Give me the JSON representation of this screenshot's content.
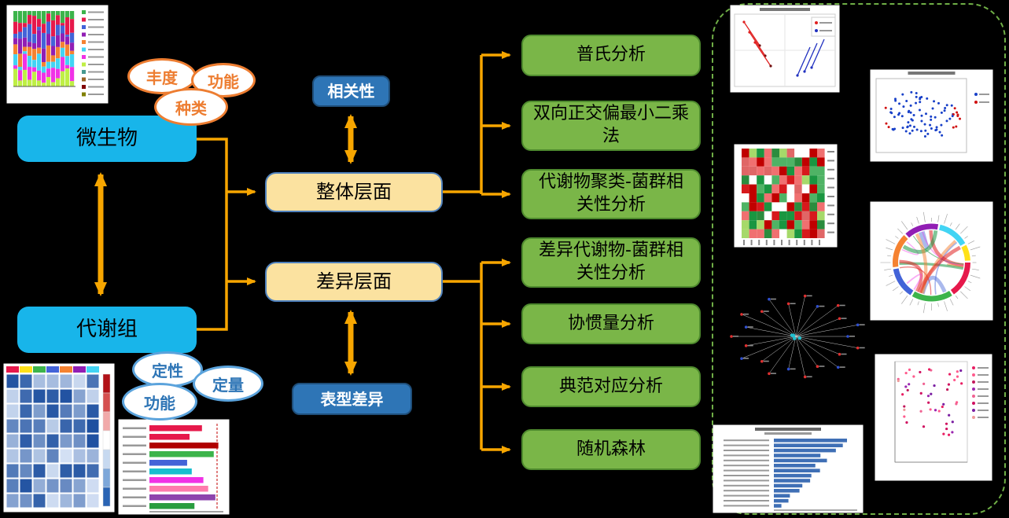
{
  "flow": {
    "microbe_label": "微生物",
    "metabolome_label": "代谢组",
    "overall_label": "整体层面",
    "diff_label": "差异层面",
    "correlation_label": "相关性",
    "phenotype_label": "表型差异"
  },
  "microbe_tags": [
    "丰度",
    "功能",
    "种类"
  ],
  "metabolome_tags": [
    "定性",
    "定量",
    "功能"
  ],
  "overall_methods": [
    "普氏分析",
    "双向正交偏最小二乘法",
    "代谢物聚类-菌群相关性分析"
  ],
  "diff_methods": [
    "差异代谢物-菌群相关性分析",
    "协惯量分析",
    "典范对应分析",
    "随机森林"
  ],
  "colors": {
    "background": "#000000",
    "cyan_node": "#18b5ea",
    "tan_node": "#fbe2a0",
    "blue_node": "#2e75b6",
    "green_node": "#7ab648",
    "arrow_orange": "#f7a600",
    "bubble_orange": "#ed7d31",
    "bubble_blue": "#5ba3dc",
    "dashed_border_green": "#6fae46"
  },
  "thumbnails": {
    "top_left": "stacked-bar-chart",
    "bottom_left_1": "blue-correlation-heatmap",
    "bottom_left_2": "lda-score-bar-chart",
    "right_1": "procrustes-plot",
    "right_2": "opls-loading-scatter-plot",
    "right_3": "red-green-clustered-heatmap",
    "right_4": "circos-chord-plot",
    "right_5": "correlation-network-plot",
    "right_6": "sample-scatter-plot",
    "right_7": "feature-importance-bar-chart"
  }
}
